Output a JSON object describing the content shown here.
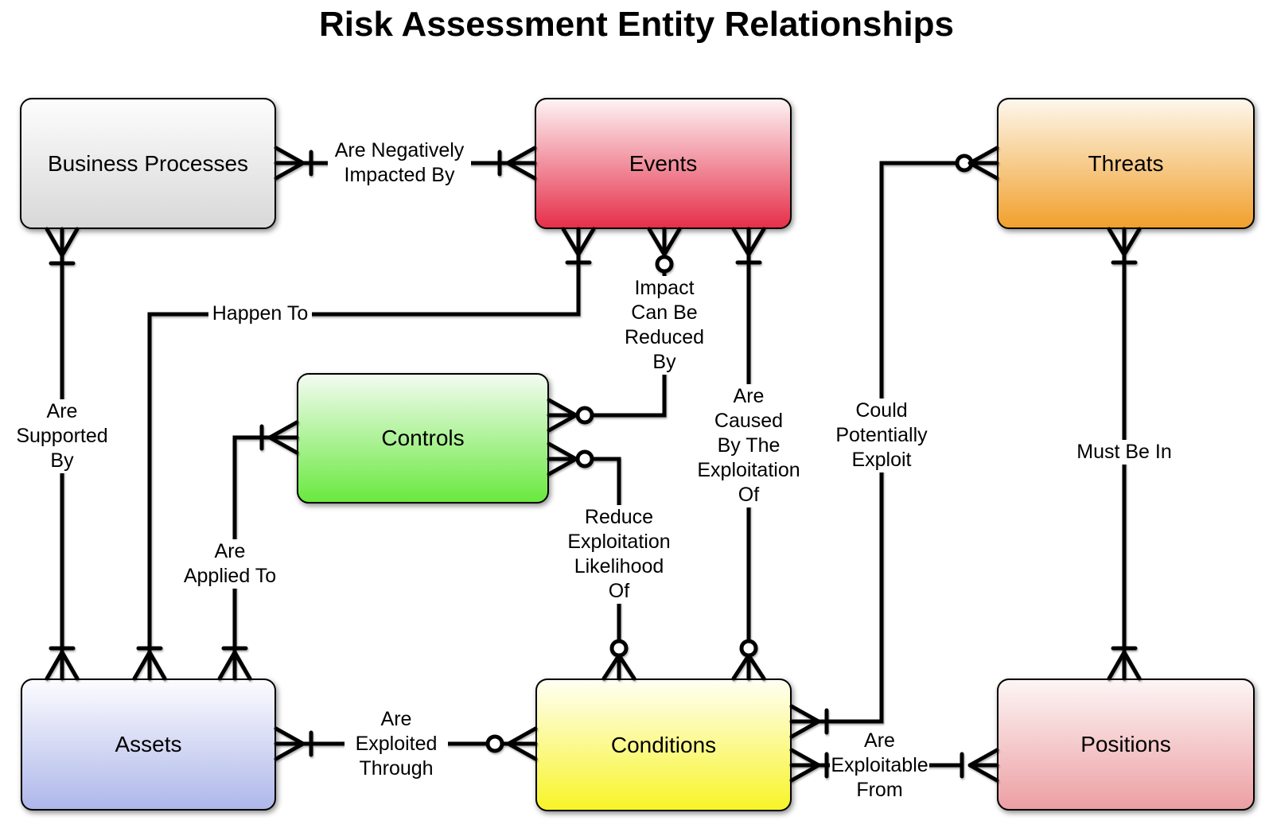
{
  "title": "Risk Assessment Entity Relationships",
  "line_color": "#000000",
  "background_color": "#ffffff",
  "entities": [
    {
      "id": "business-processes",
      "label": "Business Processes",
      "gradient_top": "#fdfdfd",
      "gradient_bottom": "#d8d8d8"
    },
    {
      "id": "events",
      "label": "Events",
      "gradient_top": "#fdf3f4",
      "gradient_bottom": "#e62f4a"
    },
    {
      "id": "threats",
      "label": "Threats",
      "gradient_top": "#fdf7ec",
      "gradient_bottom": "#f1a02c"
    },
    {
      "id": "controls",
      "label": "Controls",
      "gradient_top": "#f3fbf1",
      "gradient_bottom": "#69e93f"
    },
    {
      "id": "assets",
      "label": "Assets",
      "gradient_top": "#fcfcff",
      "gradient_bottom": "#aeb7ea"
    },
    {
      "id": "conditions",
      "label": "Conditions",
      "gradient_top": "#fffff4",
      "gradient_bottom": "#f8f428"
    },
    {
      "id": "positions",
      "label": "Positions",
      "gradient_top": "#fdf5f5",
      "gradient_bottom": "#ec9fa3"
    }
  ],
  "relationships": [
    {
      "from": "Business Processes",
      "to": "Events",
      "label": "Are Negatively Impacted By",
      "lines": [
        "Are Negatively",
        "Impacted By"
      ],
      "from_end": "one-or-many",
      "to_end": "one-or-many"
    },
    {
      "from": "Business Processes",
      "to": "Assets",
      "label": "Are Supported By",
      "lines": [
        "Are",
        "Supported",
        "By"
      ],
      "from_end": "one-or-many",
      "to_end": "one-or-many"
    },
    {
      "from": "Events",
      "to": "Assets",
      "label": "Happen To",
      "lines": [
        "Happen To"
      ],
      "from_end": "one-or-many",
      "to_end": "one-or-many"
    },
    {
      "from": "Events",
      "to": "Controls",
      "label": "Impact Can Be Reduced By",
      "lines": [
        "Impact",
        "Can Be",
        "Reduced",
        "By"
      ],
      "from_end": "zero-or-many",
      "to_end": "zero-or-many"
    },
    {
      "from": "Controls",
      "to": "Conditions",
      "label": "Reduce Exploitation Likelihood Of",
      "lines": [
        "Reduce",
        "Exploitation",
        "Likelihood",
        "Of"
      ],
      "from_end": "zero-or-many",
      "to_end": "zero-or-many"
    },
    {
      "from": "Events",
      "to": "Conditions",
      "label": "Are Caused By The Exploitation Of",
      "lines": [
        "Are",
        "Caused",
        "By The",
        "Exploitation",
        "Of"
      ],
      "from_end": "one-or-many",
      "to_end": "zero-or-many"
    },
    {
      "from": "Controls",
      "to": "Assets",
      "label": "Are Applied To",
      "lines": [
        "Are",
        "Applied To"
      ],
      "from_end": "one-or-many",
      "to_end": "one-or-many"
    },
    {
      "from": "Assets",
      "to": "Conditions",
      "label": "Are Exploited Through",
      "lines": [
        "Are",
        "Exploited",
        "Through"
      ],
      "from_end": "one-or-many",
      "to_end": "zero-or-many"
    },
    {
      "from": "Threats",
      "to": "Conditions",
      "label": "Could Potentially Exploit",
      "lines": [
        "Could",
        "Potentially",
        "Exploit"
      ],
      "from_end": "zero-or-many",
      "to_end": "one-or-many"
    },
    {
      "from": "Threats",
      "to": "Positions",
      "label": "Must Be In",
      "lines": [
        "Must Be In"
      ],
      "from_end": "one-or-many",
      "to_end": "one-or-many"
    },
    {
      "from": "Conditions",
      "to": "Positions",
      "label": "Are Exploitable From",
      "lines": [
        "Are",
        "Exploitable",
        "From"
      ],
      "from_end": "one-or-many",
      "to_end": "one-or-many"
    }
  ]
}
